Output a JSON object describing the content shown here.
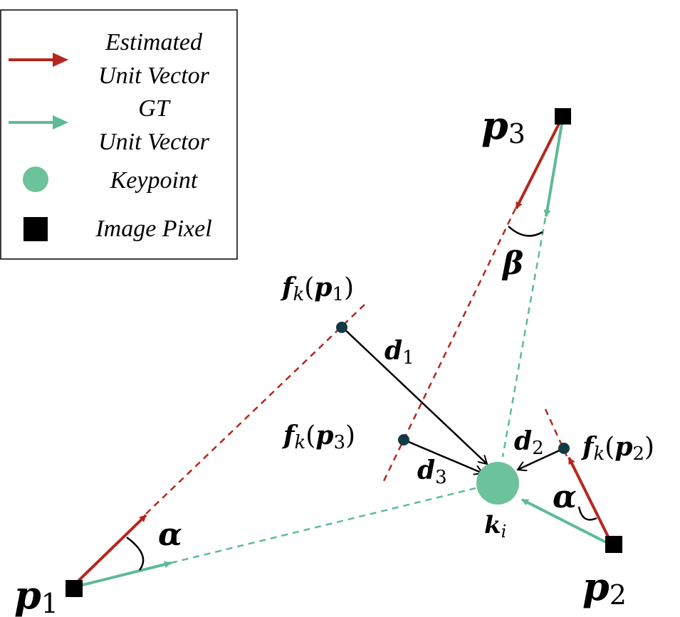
{
  "legend": {
    "items": [
      {
        "line1": "Estimated",
        "line2": "Unit Vector",
        "symbol": "red-arrow"
      },
      {
        "line1": "GT",
        "line2": "Unit Vector",
        "symbol": "green-arrow"
      },
      {
        "line1": "Keypoint",
        "symbol": "green-circle"
      },
      {
        "line1": "Image Pixel",
        "symbol": "black-square"
      }
    ]
  },
  "labels": {
    "p1": {
      "base": "p",
      "sub": "1"
    },
    "p2": {
      "base": "p",
      "sub": "2"
    },
    "p3": {
      "base": "p",
      "sub": "3"
    },
    "f1": {
      "f": "f",
      "k": "k",
      "open": "(",
      "p": "p",
      "sub": "1",
      "close": ")"
    },
    "f2": {
      "f": "f",
      "k": "k",
      "open": "(",
      "p": "p",
      "sub": "2",
      "close": ")"
    },
    "f3": {
      "f": "f",
      "k": "k",
      "open": "(",
      "p": "p",
      "sub": "3",
      "close": ")"
    },
    "d1": {
      "base": "d",
      "sub": "1"
    },
    "d2": {
      "base": "d",
      "sub": "2"
    },
    "d3": {
      "base": "d",
      "sub": "3"
    },
    "ki": {
      "base": "k",
      "sub": "i"
    },
    "alpha": "α",
    "beta": "β"
  },
  "colors": {
    "estimated": "#b5261e",
    "gt": "#5dbb96",
    "keypoint": "#6cc29a",
    "pixel": "#000000",
    "prediction_point": "#123a46",
    "distance": "#000000"
  }
}
